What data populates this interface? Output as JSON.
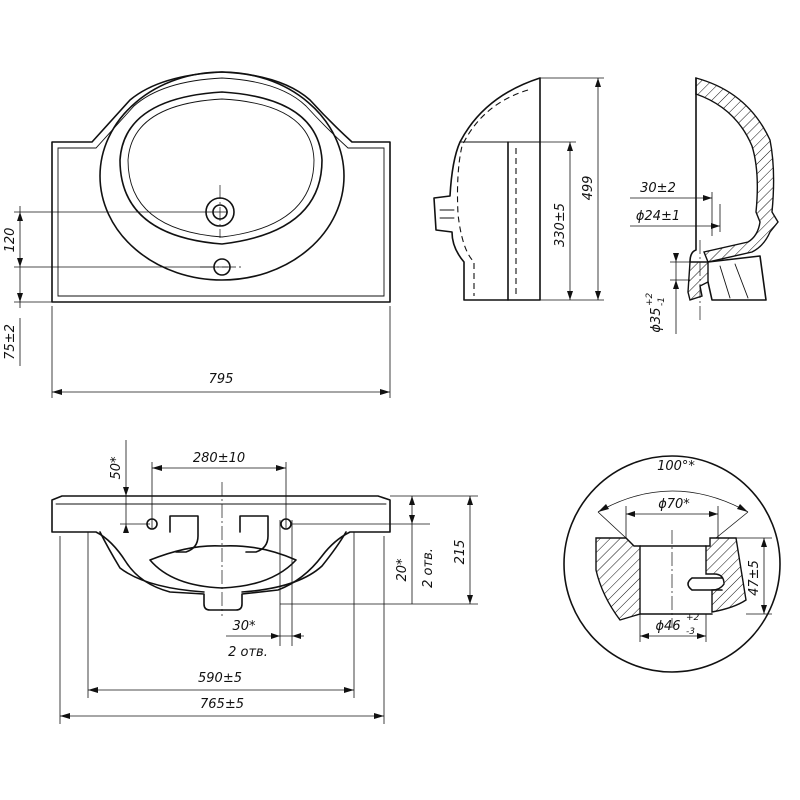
{
  "top_view": {
    "width": "795",
    "hole_spacing": "120",
    "edge_offset": "75±2"
  },
  "side_view": {
    "height_inner": "330±5",
    "height_total": "499"
  },
  "section_view": {
    "outlet_offset": "30±2",
    "outlet_diameter": "ϕ24±1",
    "drain_diameter_main": "ϕ35",
    "drain_tol_upper": "+2",
    "drain_tol_lower": "-1"
  },
  "front_view": {
    "hole_distance": "280±10",
    "offset_top": "50*",
    "depth_20": "20*",
    "holes_note_right": "2 отв.",
    "overall_depth": "215",
    "hole_width": "30*",
    "holes_note_bottom": "2 отв.",
    "width_inner": "590±5",
    "width_total": "765±5"
  },
  "detail_view": {
    "angle": "100°*",
    "top_diameter": "ϕ70*",
    "depth": "47±5",
    "bottom_diameter_main": "ϕ46",
    "bottom_tol_upper": "+2",
    "bottom_tol_lower": "-3"
  }
}
